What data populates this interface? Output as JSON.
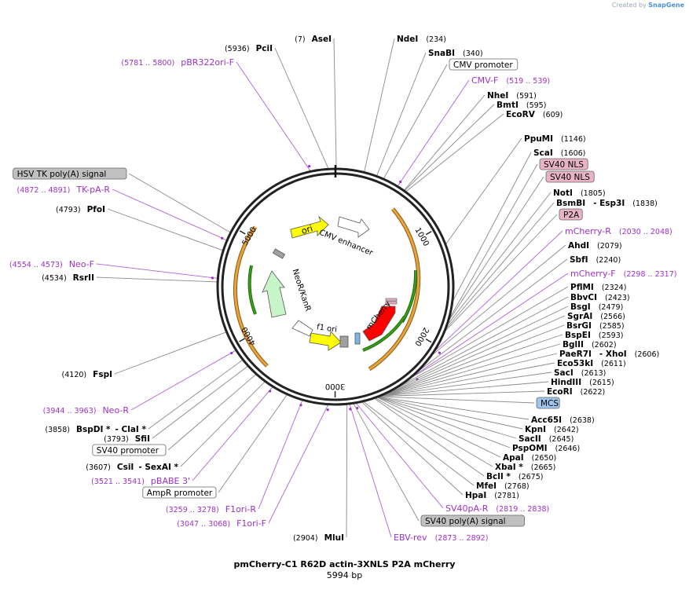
{
  "credit": {
    "prefix": "Created by",
    "brand": "SnapGene"
  },
  "plasmid": {
    "name": "pmCherry-C1 R62D actin-3XNLS P2A mCherry",
    "size_label": "5994 bp",
    "length": 5994
  },
  "ticks": [
    {
      "pos": 1000,
      "label": "1000"
    },
    {
      "pos": 2000,
      "label": "2000"
    },
    {
      "pos": 3000,
      "label": "3000"
    },
    {
      "pos": 4000,
      "label": "4000"
    },
    {
      "pos": 5000,
      "label": "5000"
    }
  ],
  "colors": {
    "enzyme": "#000000",
    "primer": "#9b30c8",
    "feature_label": "#000000",
    "orange_feature": "#e8a33d",
    "green_feature": "#3aa019"
  },
  "labels": [
    {
      "id": "acel",
      "kind": "enzyme",
      "name": "AseI",
      "pos": "(7)",
      "bp": 7
    },
    {
      "id": "ndel",
      "kind": "enzyme",
      "name": "NdeI",
      "pos": "(234)",
      "bp": 234
    },
    {
      "id": "snabi",
      "kind": "enzyme",
      "name": "SnaBI",
      "pos": "(340)",
      "bp": 340
    },
    {
      "id": "cmvprom",
      "kind": "feature",
      "name": "CMV promoter",
      "bg": "#ffffff",
      "bp": 400
    },
    {
      "id": "cmvf",
      "kind": "primer",
      "name": "CMV-F",
      "pos": "(519 .. 539)",
      "bp": 529
    },
    {
      "id": "nhei",
      "kind": "enzyme",
      "name": "NheI",
      "pos": "(591)",
      "bp": 591
    },
    {
      "id": "bmti",
      "kind": "enzyme",
      "name": "BmtI",
      "pos": "(595)",
      "bp": 595
    },
    {
      "id": "ecorv",
      "kind": "enzyme",
      "name": "EcoRV",
      "pos": "(609)",
      "bp": 609
    },
    {
      "id": "ppumi",
      "kind": "enzyme",
      "name": "PpuMI",
      "pos": "(1146)",
      "bp": 1146
    },
    {
      "id": "scai",
      "kind": "enzyme",
      "name": "ScaI",
      "pos": "(1606)",
      "bp": 1606
    },
    {
      "id": "sv40nls1",
      "kind": "feature",
      "name": "SV40 NLS",
      "bg": "#e8b4c4",
      "bp": 1750
    },
    {
      "id": "sv40nls2",
      "kind": "feature",
      "name": "SV40 NLS",
      "bg": "#e8b4c4",
      "bp": 1770
    },
    {
      "id": "noti",
      "kind": "enzyme",
      "name": "NotI",
      "pos": "(1805)",
      "bp": 1805
    },
    {
      "id": "bsmbi",
      "kind": "enzyme",
      "name": "BsmBI",
      "pos": "",
      "bp": 1838,
      "extra": "Esp3I",
      "extrapos": "(1838)"
    },
    {
      "id": "p2a",
      "kind": "feature",
      "name": "P2A",
      "bg": "#e8b4c4",
      "bp": 1860
    },
    {
      "id": "mcherryr",
      "kind": "primer",
      "name": "mCherry-R",
      "pos": "(2030 .. 2048)",
      "bp": 2039
    },
    {
      "id": "ahdi",
      "kind": "enzyme",
      "name": "AhdI",
      "pos": "(2079)",
      "bp": 2079
    },
    {
      "id": "sbfi",
      "kind": "enzyme",
      "name": "SbfI",
      "pos": "(2240)",
      "bp": 2240
    },
    {
      "id": "mcherryf",
      "kind": "primer",
      "name": "mCherry-F",
      "pos": "(2298 .. 2317)",
      "bp": 2307
    },
    {
      "id": "pflmi",
      "kind": "enzyme",
      "name": "PflMI",
      "pos": "(2324)",
      "bp": 2324
    },
    {
      "id": "bbvci",
      "kind": "enzyme",
      "name": "BbvCI",
      "pos": "(2423)",
      "bp": 2423
    },
    {
      "id": "bsgi",
      "kind": "enzyme",
      "name": "BsgI",
      "pos": "(2479)",
      "bp": 2479
    },
    {
      "id": "sgrai",
      "kind": "enzyme",
      "name": "SgrAI",
      "pos": "(2566)",
      "bp": 2566
    },
    {
      "id": "bsrgi",
      "kind": "enzyme",
      "name": "BsrGI",
      "pos": "(2585)",
      "bp": 2585
    },
    {
      "id": "bspei",
      "kind": "enzyme",
      "name": "BspEI",
      "pos": "(2593)",
      "bp": 2593
    },
    {
      "id": "bglii",
      "kind": "enzyme",
      "name": "BglII",
      "pos": "(2602)",
      "bp": 2602
    },
    {
      "id": "paer7i",
      "kind": "enzyme",
      "name": "PaeR7I",
      "pos": "",
      "bp": 2606,
      "extra": "XhoI",
      "extrapos": "(2606)"
    },
    {
      "id": "eco53ki",
      "kind": "enzyme",
      "name": "Eco53kI",
      "pos": "(2611)",
      "bp": 2611
    },
    {
      "id": "saci",
      "kind": "enzyme",
      "name": "SacI",
      "pos": "(2613)",
      "bp": 2613
    },
    {
      "id": "hindiii",
      "kind": "enzyme",
      "name": "HindIII",
      "pos": "(2615)",
      "bp": 2615
    },
    {
      "id": "ecori",
      "kind": "enzyme",
      "name": "EcoRI",
      "pos": "(2622)",
      "bp": 2622
    },
    {
      "id": "mcs",
      "kind": "feature",
      "name": "MCS",
      "bg": "#9fc5ec",
      "bp": 2630
    },
    {
      "id": "acc65i",
      "kind": "enzyme",
      "name": "Acc65I",
      "pos": "(2638)",
      "bp": 2638
    },
    {
      "id": "kpni",
      "kind": "enzyme",
      "name": "KpnI",
      "pos": "(2642)",
      "bp": 2642
    },
    {
      "id": "sacii",
      "kind": "enzyme",
      "name": "SacII",
      "pos": "(2645)",
      "bp": 2645
    },
    {
      "id": "pspomi",
      "kind": "enzyme",
      "name": "PspOMI",
      "pos": "(2646)",
      "bp": 2646
    },
    {
      "id": "apai",
      "kind": "enzyme",
      "name": "ApaI",
      "pos": "(2650)",
      "bp": 2650
    },
    {
      "id": "xbai",
      "kind": "enzyme",
      "name": "XbaI *",
      "pos": "(2665)",
      "bp": 2665
    },
    {
      "id": "bcli",
      "kind": "enzyme",
      "name": "BclI *",
      "pos": "(2675)",
      "bp": 2675
    },
    {
      "id": "mfei",
      "kind": "enzyme",
      "name": "MfeI",
      "pos": "(2768)",
      "bp": 2768
    },
    {
      "id": "hpai",
      "kind": "enzyme",
      "name": "HpaI",
      "pos": "(2781)",
      "bp": 2781
    },
    {
      "id": "sv40par",
      "kind": "primer",
      "name": "SV40pA-R",
      "pos": "(2819 .. 2838)",
      "bp": 2828
    },
    {
      "id": "sv40polya",
      "kind": "feature",
      "name": "SV40 poly(A) signal",
      "bg": "#c0c0c0",
      "bp": 2850
    },
    {
      "id": "ebvrev",
      "kind": "primer",
      "name": "EBV-rev",
      "pos": "(2873 .. 2892)",
      "bp": 2882
    },
    {
      "id": "mlui",
      "kind": "enzyme",
      "name": "MluI",
      "pos": "(2904)",
      "bp": 2904
    },
    {
      "id": "f1orif",
      "kind": "primer",
      "name": "F1ori-F",
      "pos": "(3047 .. 3068)",
      "bp": 3057
    },
    {
      "id": "f1orir",
      "kind": "primer",
      "name": "F1ori-R",
      "pos": "(3259 .. 3278)",
      "bp": 3268
    },
    {
      "id": "amprprom",
      "kind": "feature",
      "name": "AmpR promoter",
      "bg": "#ffffff",
      "bp": 3400
    },
    {
      "id": "pbabe3",
      "kind": "primer",
      "name": "pBABE 3'",
      "pos": "(3521 .. 3541)",
      "bp": 3531
    },
    {
      "id": "csii",
      "kind": "enzyme",
      "name": "CsiI",
      "pos": "(3607)",
      "bp": 3607,
      "extra": "SexAI *",
      "extrapos": ""
    },
    {
      "id": "sv40prom",
      "kind": "feature",
      "name": "SV40 promoter",
      "bg": "#ffffff",
      "bp": 3700
    },
    {
      "id": "sfii",
      "kind": "enzyme",
      "name": "SfiI",
      "pos": "(3793)",
      "bp": 3793
    },
    {
      "id": "bspdi",
      "kind": "enzyme",
      "name": "BspDI *",
      "pos": "(3858)",
      "bp": 3858,
      "extra": "ClaI *",
      "extrapos": ""
    },
    {
      "id": "neor",
      "kind": "primer",
      "name": "Neo-R",
      "pos": "(3944 .. 3963)",
      "bp": 3953
    },
    {
      "id": "fspi",
      "kind": "enzyme",
      "name": "FspI",
      "pos": "(4120)",
      "bp": 4120
    },
    {
      "id": "rsrii",
      "kind": "enzyme",
      "name": "RsrII",
      "pos": "(4534)",
      "bp": 4534
    },
    {
      "id": "neof",
      "kind": "primer",
      "name": "Neo-F",
      "pos": "(4554 .. 4573)",
      "bp": 4563
    },
    {
      "id": "pfoi",
      "kind": "enzyme",
      "name": "PfoI",
      "pos": "(4793)",
      "bp": 4793
    },
    {
      "id": "tkpar",
      "kind": "primer",
      "name": "TK-pA-R",
      "pos": "(4872 .. 4891)",
      "bp": 4881
    },
    {
      "id": "hsvtk",
      "kind": "feature",
      "name": "HSV TK poly(A) signal",
      "bg": "#c0c0c0",
      "bp": 4950
    },
    {
      "id": "pbr322f",
      "kind": "primer",
      "name": "pBR322ori-F",
      "pos": "(5781 .. 5800)",
      "bp": 5790
    },
    {
      "id": "pcii",
      "kind": "enzyme",
      "name": "PciI",
      "pos": "(5936)",
      "bp": 5936
    }
  ],
  "inner_features": [
    {
      "id": "ori",
      "name": "ori",
      "fill": "#ffff00"
    },
    {
      "id": "cmvenh",
      "name": "CMV enhancer",
      "fill": "#ffffff"
    },
    {
      "id": "neorkanr",
      "name": "NeoR/KanR",
      "fill": "#c8f5c8"
    },
    {
      "id": "f1ori",
      "name": "f1 ori",
      "fill": "#ffff00"
    },
    {
      "id": "mcherry",
      "name": "mCherry",
      "fill": "#ff0000"
    }
  ]
}
